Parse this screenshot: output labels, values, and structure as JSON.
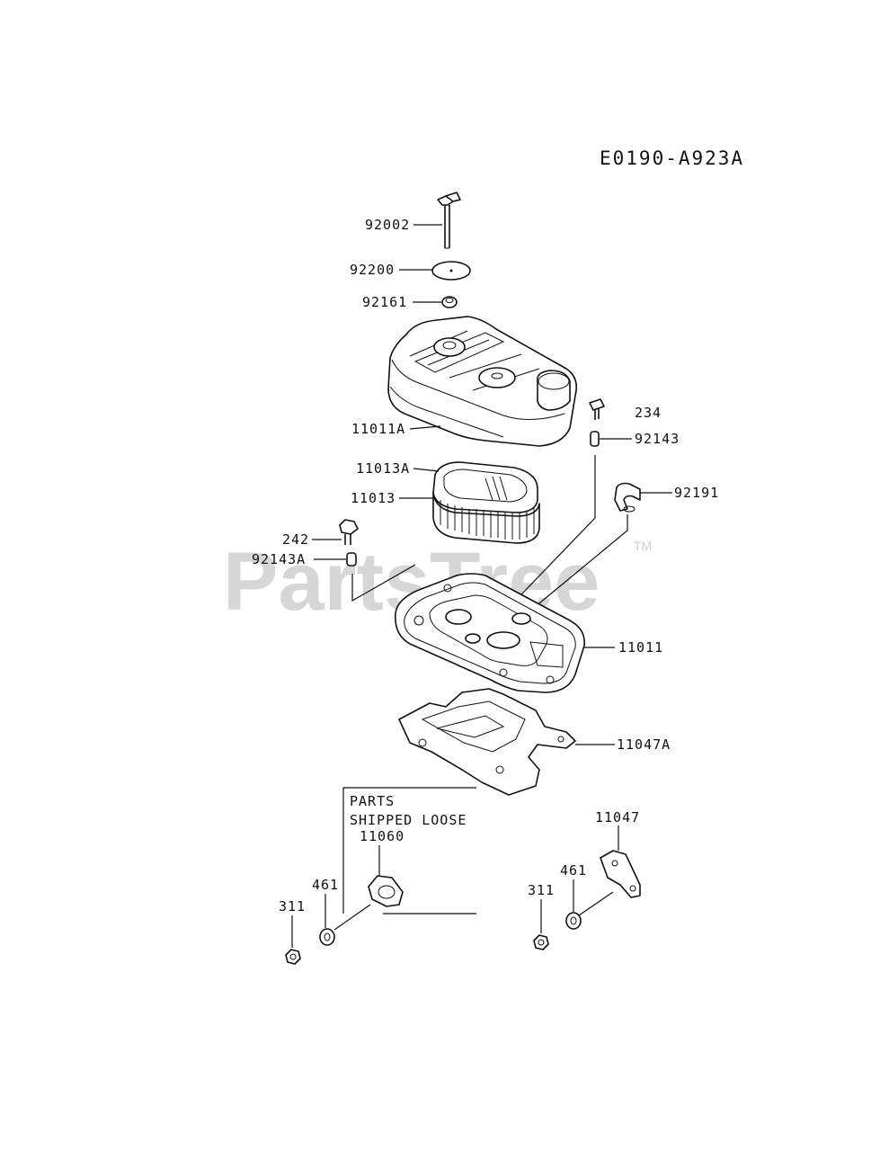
{
  "diagram_code": "E0190-A923A",
  "watermark": "PartsTree",
  "trademark": "TM",
  "note": {
    "line1": "PARTS",
    "line2": "SHIPPED LOOSE",
    "part": "11060"
  },
  "parts": {
    "p92002": "92002",
    "p92200": "92200",
    "p92161": "92161",
    "p11011A": "11011A",
    "p234": "234",
    "p92143": "92143",
    "p11013A": "11013A",
    "p11013": "11013",
    "p92191": "92191",
    "p242": "242",
    "p92143A": "92143A",
    "p11011": "11011",
    "p11047A": "11047A",
    "p11047": "11047",
    "p461L": "461",
    "p311L": "311",
    "p461R": "461",
    "p311R": "311"
  }
}
